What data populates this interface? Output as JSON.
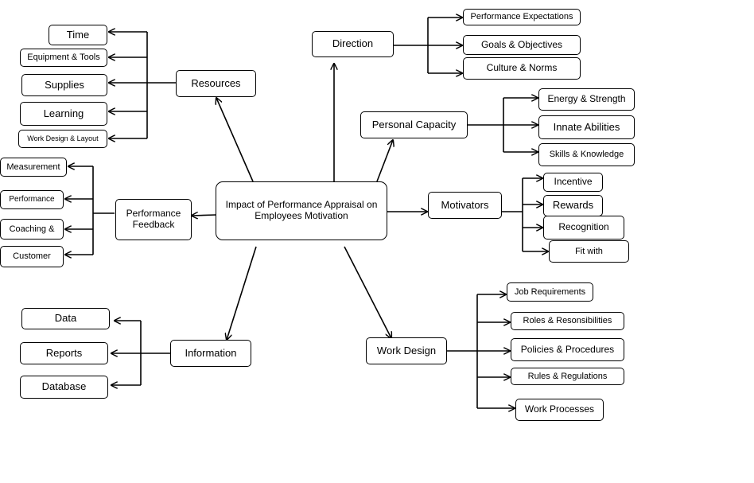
{
  "center": "Impact of Performance Appraisal on Employees Motivation",
  "resources": {
    "label": "Resources",
    "items": [
      "Time",
      "Equipment & Tools",
      "Supplies",
      "Learning",
      "Work Design & Layout"
    ]
  },
  "direction": {
    "label": "Direction",
    "items": [
      "Performance Expectations",
      "Goals & Objectives",
      "Culture & Norms"
    ]
  },
  "personal_capacity": {
    "label": "Personal Capacity",
    "items": [
      "Energy & Strength",
      "Innate Abilities",
      "Skills & Knowledge"
    ]
  },
  "motivators": {
    "label": "Motivators",
    "items": [
      "Incentive",
      "Rewards",
      "Recognition",
      "Fit with"
    ]
  },
  "performance_feedback": {
    "label": "Performance Feedback",
    "items": [
      "Measurement",
      "Performance",
      "Coaching &",
      "Customer"
    ]
  },
  "information": {
    "label": "Information",
    "items": [
      "Data",
      "Reports",
      "Database"
    ]
  },
  "work_design": {
    "label": "Work Design",
    "items": [
      "Job Requirements",
      "Roles & Resonsibilities",
      "Policies & Procedures",
      "Rules & Regulations",
      "Work Processes"
    ]
  }
}
